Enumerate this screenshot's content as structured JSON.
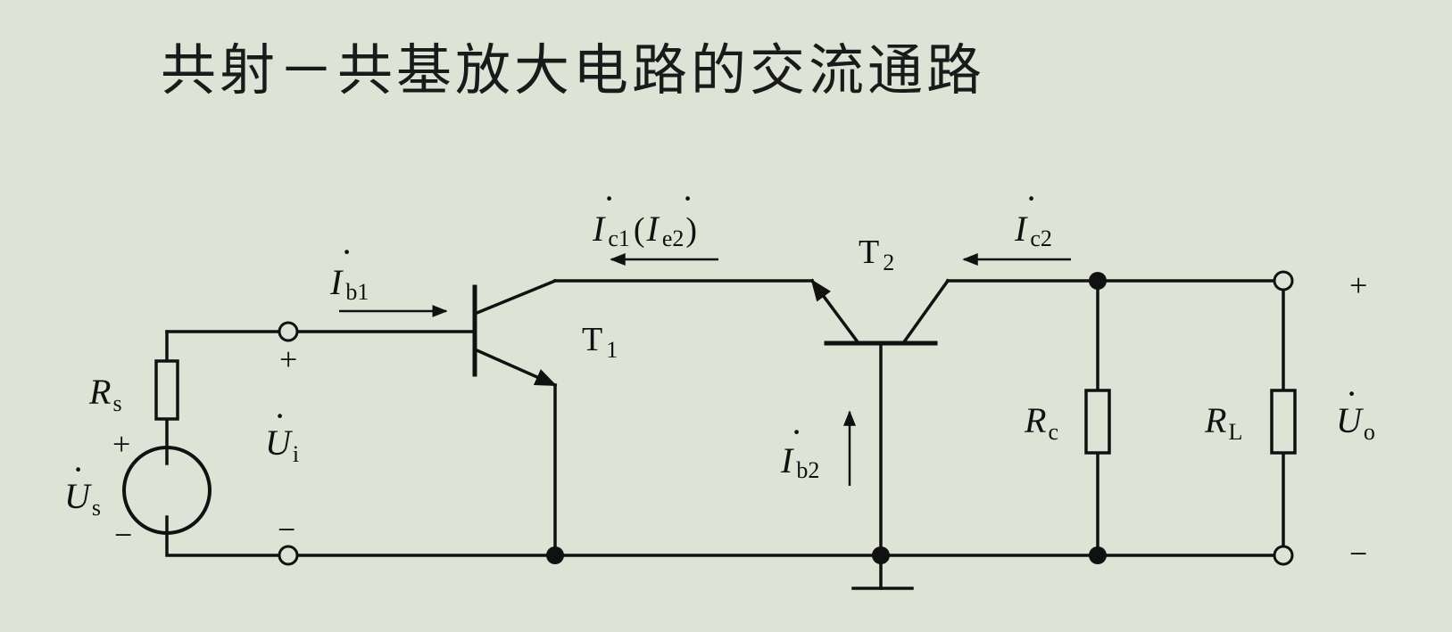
{
  "title": "共射－共基放大电路的交流通路",
  "labels": {
    "Rs": {
      "main": "R",
      "sub": "s"
    },
    "Us": {
      "main": "U",
      "sub": "s"
    },
    "Ui": {
      "main": "U",
      "sub": "i"
    },
    "Ib1": {
      "main": "I",
      "sub": "b1"
    },
    "Ic1": {
      "main": "I",
      "sub": "c1"
    },
    "Ie2": {
      "main": "I",
      "sub": "e2"
    },
    "Ic2": {
      "main": "I",
      "sub": "c2"
    },
    "Ib2": {
      "main": "I",
      "sub": "b2"
    },
    "T1": {
      "main": "T",
      "sub": "1"
    },
    "T2": {
      "main": "T",
      "sub": "2"
    },
    "Rc": {
      "main": "R",
      "sub": "c"
    },
    "RL": {
      "main": "R",
      "sub": "L"
    },
    "Uo": {
      "main": "U",
      "sub": "o"
    }
  },
  "signs": {
    "plus": "+",
    "minus": "−",
    "paren_open": "(",
    "paren_close": ")"
  }
}
